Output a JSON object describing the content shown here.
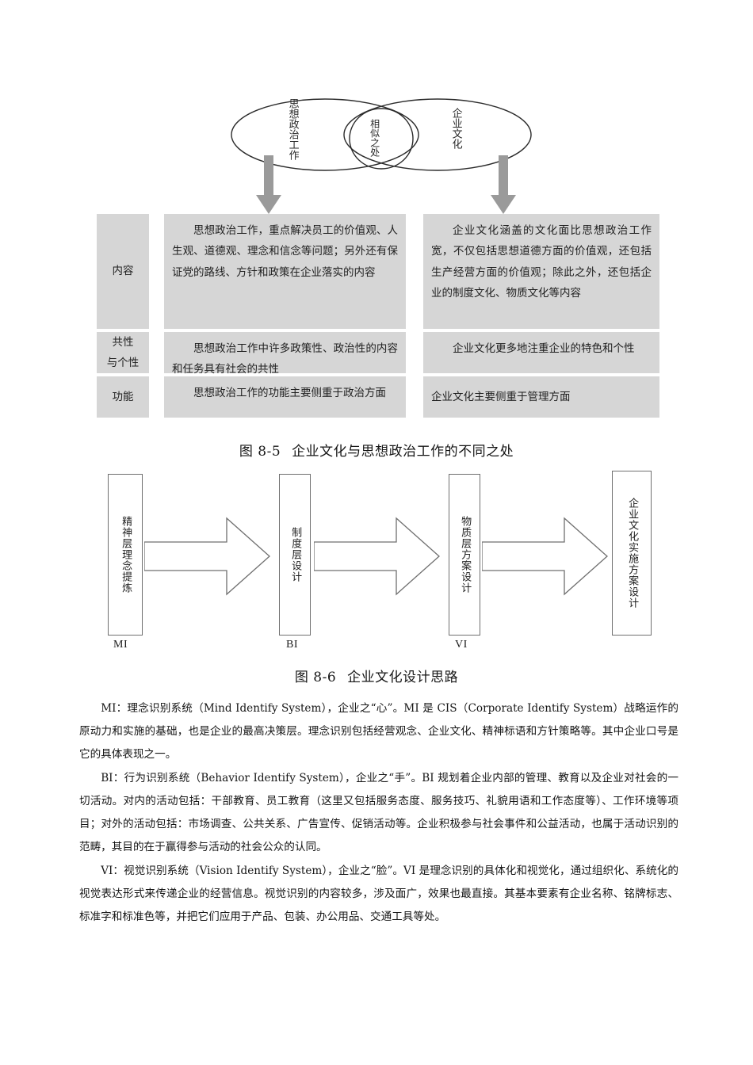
{
  "venn": {
    "left_label": "思想政治工作",
    "middle_label": "相似之处",
    "right_label": "企业文化"
  },
  "comparison_table": {
    "rows": [
      {
        "category": [
          "内容"
        ],
        "ideological": "思想政治工作，重点解决员工的价值观、人生观、道德观、理念和信念等问题；另外还有保证党的路线、方针和政策在企业落实的内容",
        "corporate": "企业文化涵盖的文化面比思想政治工作宽，不仅包括思想道德方面的价值观，还包括生产经营方面的价值观；除此之外，还包括企业的制度文化、物质文化等内容"
      },
      {
        "category": [
          "共性",
          "与个性"
        ],
        "ideological": "思想政治工作中许多政策性、政治性的内容和任务具有社会的共性",
        "corporate": "企业文化更多地注重企业的特色和个性"
      },
      {
        "category": [
          "功能"
        ],
        "ideological": "思想政治工作的功能主要侧重于政治方面",
        "corporate": "企业文化主要侧重于管理方面"
      }
    ]
  },
  "figure_caption_85": {
    "number": "图 8-5",
    "title": "企业文化与思想政治工作的不同之处"
  },
  "flow_diagram": {
    "boxes": [
      {
        "text": "精神层理念提炼",
        "code": "MI"
      },
      {
        "text": "制度层设计",
        "code": "BI"
      },
      {
        "text": "物质层方案设计",
        "code": "VI"
      },
      {
        "text": "企业文化实施方案设计",
        "code": ""
      }
    ]
  },
  "figure_caption_86": {
    "number": "图 8-6",
    "title": "企业文化设计思路"
  },
  "paragraphs": {
    "mi": "MI：理念识别系统（Mind Identify System），企业之“心”。MI 是 CIS（Corporate Identify System）战略运作的原动力和实施的基础，也是企业的最高决策层。理念识别包括经营观念、企业文化、精神标语和方针策略等。其中企业口号是它的具体表现之一。",
    "bi": "BI：行为识别系统（Behavior Identify System），企业之“手”。BI 规划着企业内部的管理、教育以及企业对社会的一切活动。对内的活动包括：干部教育、员工教育（这里又包括服务态度、服务技巧、礼貌用语和工作态度等）、工作环境等项目；对外的活动包括：市场调查、公共关系、广告宣传、促销活动等。企业积极参与社会事件和公益活动，也属于活动识别的范畴，其目的在于赢得参与活动的社会公众的认同。",
    "vi": "VI：视觉识别系统（Vision Identify System），企业之“脸”。VI 是理念识别的具体化和视觉化，通过组织化、系统化的视觉表达形式来传递企业的经营信息。视觉识别的内容较多，涉及面广，效果也最直接。其基本要素有企业名称、铭牌标志、标准字和标准色等，并把它们应用于产品、包装、办公用品、交通工具等处。"
  },
  "colors": {
    "table_cell_bg": "#d6d6d6",
    "arrow_gray": "#9a9a9a",
    "outline": "#6f6f6f",
    "text": "#151515"
  }
}
